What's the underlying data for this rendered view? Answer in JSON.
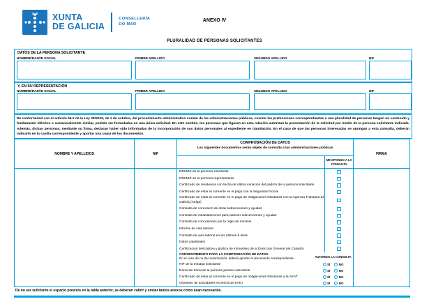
{
  "accent_cyan": "#00A2DD",
  "brand_blue": "#1B75BC",
  "header": {
    "anexo_label": "ANEXO IV",
    "org_line1": "XUNTA",
    "org_line2": "DE GALICIA",
    "dept_line1": "CONSELLERÍA",
    "dept_line2": "DO MAR"
  },
  "form_title": "PLURALIDAD DE PERSONAS SOLICITANTES",
  "applicant_section": {
    "title": "DATOS DE LA PERSONA SOLICITANTE",
    "fields": [
      {
        "label": "NOMBRE/RAZÓN SOCIAL",
        "value": ""
      },
      {
        "label": "PRIMER APELLIDO",
        "value": ""
      },
      {
        "label": "SEGUNDO APELLIDO",
        "value": ""
      },
      {
        "label": "NIF",
        "value": ""
      }
    ]
  },
  "representative_section": {
    "title": "Y, EN SU REPRESENTACIÓN",
    "fields": [
      {
        "label": "NOMBRE/RAZÓN SOCIAL",
        "value": ""
      },
      {
        "label": "PRIMER APELLIDO",
        "value": ""
      },
      {
        "label": "SEGUNDO APELLIDO",
        "value": ""
      },
      {
        "label": "NIF",
        "value": ""
      }
    ]
  },
  "legal_notice": "De conformidad con el artículo 66.2 de la Ley 39/2015, de 1 de octubre, del procedimiento administrativo común de las administraciones públicas, cuando las pretensiones correspondientes a una pluralidad de personas tengan un contenido y fundamento idéntico o sustancialmente similar, podrán ser formuladas en una única solicitud. En este sentido, las personas que figuran en esta relación autorizan la presentación de la solicitud por medio de la persona solicitante indicada. Además, dichas personas, mediante su firma, declaran haber sido informadas de la incorporación de sus datos personales al expediente en tramitación. En el caso de que las personas interesadas se opongan a esta consulta, deberán indicarlo en la casilla correspondiente y aportar una copia de los documentos.",
  "table": {
    "col_name": "NOMBRE Y APELLIDOS",
    "col_nif": "NIF",
    "check_title": "COMPROBACIÓN DE DATOS",
    "check_subtitle": "Los siguientes documentos  serán objeto de consulta a las administraciones públicas",
    "col_oppose": "ME OPONGO A LA CONSULTA",
    "col_sign": "FIRMA",
    "documents": [
      "DNI/NIE de la persona solicitante",
      "DNI/NIE de la persona representante",
      "Certificado de residencia con fecha de última variación del padrón de la persona solicitante",
      "Certificado de estar al corriente en el pago con la Seguridad Social",
      "Certificado de estar al corriente en el pago de obligaciones tributarias con la Agencia Tributaria de Galicia (Atriga)",
      "Consulta de concesión de otras subvenciones y ayudas",
      "Consulta de inhabilitaciones para obtener subvenciones y ayudas",
      "Consulta de concesiones por la regla de minimis",
      "Informe de vida laboral",
      "Consulta de vida laboral en los últimos 5 años",
      "Datos catastrales",
      "Certificación descriptiva y gráfica de inmuebles de la Dirección General del Catastro"
    ],
    "consent_title": "CONSENTIMIENTO PARA LA COMPROBACIÓN DE DATOS.",
    "consent_note": "En el caso de no dar autorización, deberá aportar el documento correspondiente.",
    "authorize_label": "AUTORIZO LA CONSULTA",
    "consent_documents": [
      "NIF de la entidad solicitante",
      "Domicilio fiscal de la persona jurídica solicitante",
      "Certificado de estar al corriente en el pago de obligaciones tributarias a la AEAT",
      "Impuesto de actividades económicas (IAE)"
    ],
    "yes_label": "SÍ",
    "no_label": "NO"
  },
  "footer_note": "De no ser suficiente el espacio previsto en la tabla anterior, se deberán cubrir y enviar tantos anexos como sean necesarios."
}
